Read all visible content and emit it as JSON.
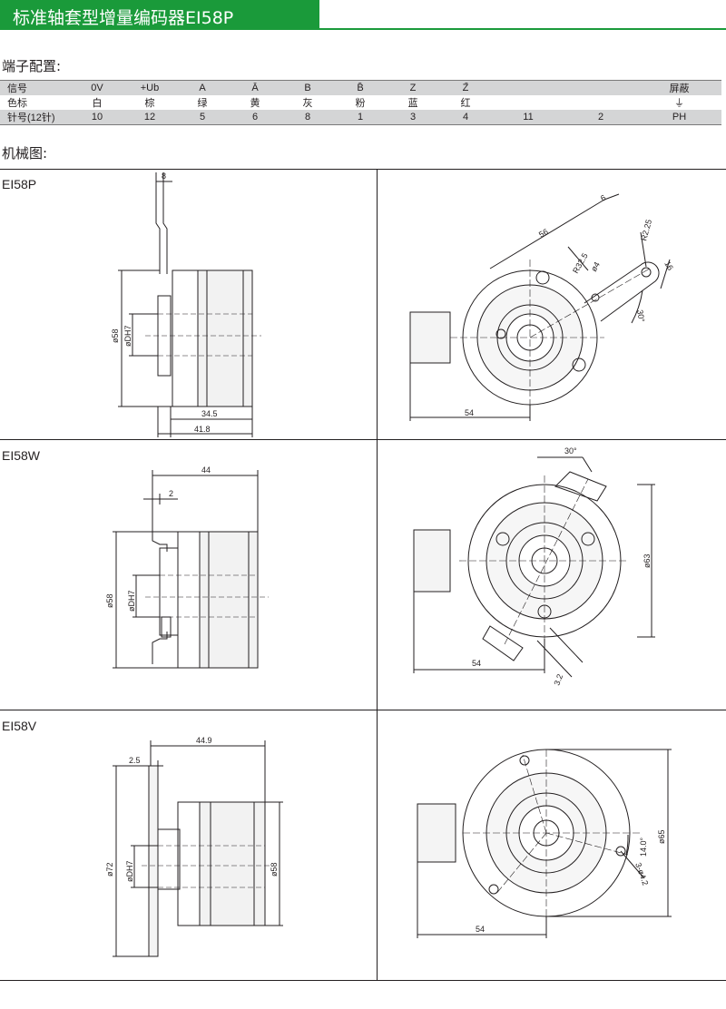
{
  "header": {
    "title": "标准轴套型增量编码器EI58P"
  },
  "terminal": {
    "title": "端子配置:",
    "rows": [
      [
        "信号",
        "0V",
        "+Ub",
        "A",
        "Ā",
        "B",
        "B̄",
        "Z",
        "Z̄",
        "",
        "",
        "屏蔽"
      ],
      [
        "色标",
        "白",
        "棕",
        "绿",
        "黄",
        "灰",
        "粉",
        "蓝",
        "红",
        "",
        "",
        "⏚"
      ],
      [
        "针号(12针)",
        "10",
        "12",
        "5",
        "6",
        "8",
        "1",
        "3",
        "4",
        "11",
        "2",
        "PH"
      ]
    ]
  },
  "mechanical": {
    "title": "机械图:",
    "models": [
      {
        "label": "EI58P",
        "side_dims": {
          "top_width": "8",
          "dia_body": "ø58",
          "dia_shaft": "øDH7",
          "len_a": "34.5",
          "len_b": "41.8"
        },
        "front_dims": {
          "arm_length": "56",
          "arm_width": "6",
          "radius_a": "R32.5",
          "radius_b": "R2.25",
          "hole": "ø4",
          "slot": "16",
          "angle": "30°",
          "offset": "54"
        }
      },
      {
        "label": "EI58W",
        "side_dims": {
          "total_len": "44",
          "flange": "2",
          "dia_body": "ø58",
          "dia_shaft": "øDH7"
        },
        "front_dims": {
          "angle": "30°",
          "dia_circle": "ø63",
          "offset": "54",
          "slot": "3.2"
        }
      },
      {
        "label": "EI58V",
        "side_dims": {
          "total_len": "44.9",
          "flange": "2.5",
          "dia_flange": "ø72",
          "dia_shaft": "øDH7",
          "dia_body": "ø58"
        },
        "front_dims": {
          "dia_circle": "ø65",
          "angle": "14.0°",
          "holes": "3-ø4.2",
          "offset": "54"
        }
      }
    ]
  }
}
